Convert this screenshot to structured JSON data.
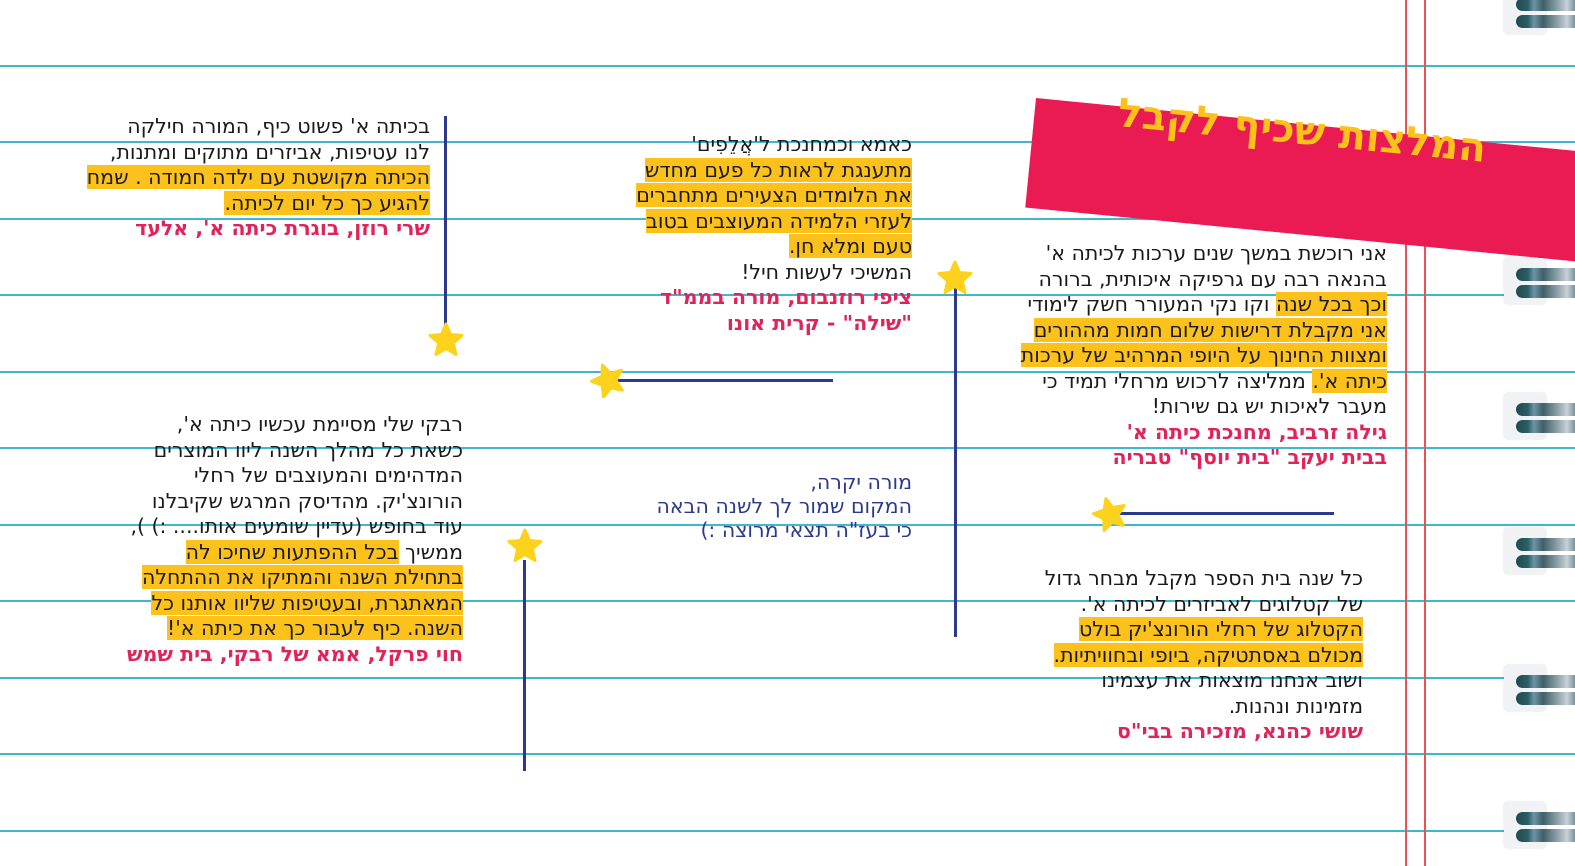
{
  "page": {
    "title": "המלצות שכיף לקבל",
    "colors": {
      "banner": "#ea1a53",
      "title": "#fcc11a",
      "highlight": "#fcc11a",
      "signature": "#e0245a",
      "blue_text": "#2b3a8c",
      "rule_lines": "#3fb8cf",
      "margin_lines": "#e8505b",
      "star": "#fcd21c"
    }
  },
  "testimonials": [
    {
      "id": "gila",
      "lines": [
        "אני רוכשת במשך שנים ערכות לכיתה א'",
        "בהנאה רבה עם גרפיקה איכותית, ברורה",
        "וקו נקי המעורר חשק לימודי",
        "וכך בכל שנה",
        "אני מקבלת דרישות שלום חמות מההורים",
        "ומצוות החינוך על היופי המרהיב של ערכות",
        "כיתה א'.",
        " ממליצה לרכוש מרחלי תמיד כי",
        "מעבר לאיכות יש גם שירות!"
      ],
      "signature": [
        "גילה זרביב, מחנכת כיתה א'",
        "בבית יעקב \"בית יוסף\" טבריה"
      ]
    },
    {
      "id": "tzipi",
      "lines": [
        "כאמא וכמחנכת ל'אֲלֵפִים'",
        "מתענגת לראות כל פעם מחדש",
        "את הלומדים הצעירים מתחברים",
        "לעזרי הלמידה המעוצבים בטוב",
        "טעם ומלא חן.",
        "המשיכי לעשות חיל!"
      ],
      "signature": [
        "ציפי רוזנבום, מורה בממ\"ד",
        "\"שילה\" - קרית אונו"
      ]
    },
    {
      "id": "shari",
      "lines": [
        "בכיתה א' פשוט כיף, המורה חילקה",
        "לנו  עטיפות, אביזרים מתוקים ומתנות,",
        "הכיתה מקושטת עם ילדה חמודה . שמח",
        "להגיע כך כל יום לכיתה."
      ],
      "signature": [
        "שרי רוזן, בוגרת כיתה א', אלעד"
      ]
    },
    {
      "id": "chavi",
      "lines": [
        "רבקי שלי מסיימת עכשיו כיתה א',",
        "כשאת כל מהלך השנה ליוו המוצרים",
        "המדהימים והמעוצבים של רחלי",
        "הורונצ'יק. מהדיסק המרגש שקיבלנו",
        "עוד בחופש (עדיין שומעים אותו.... :) ),",
        "ממשיך",
        "בכל ההפתעות שחיכו לה",
        "בתחילת השנה והמתיקו את ההתחלה",
        "המאתגרת, ובעטיפות שליוו אותנו כל",
        "השנה. כיף לעבור כך את כיתה א'!"
      ],
      "signature": [
        "חוי פרקל, אמא של רבקי, בית שמש"
      ]
    },
    {
      "id": "teacher-note",
      "lines": [
        "מורה יקרה,",
        "המקום שמור לך לשנה הבאה",
        "כי בעז\"ה תצאי מרוצה :)"
      ]
    },
    {
      "id": "shoshi",
      "lines": [
        "כל שנה בית הספר מקבל מבחר גדול",
        "של קטלוגים לאביזרים לכיתה א'.",
        "הקטלוג של רחלי הורונצ'יק בולט",
        "מכולם באסתטיקה, ביופי ובחוויתיות.",
        "ושוב אנחנו מוצאות את עצמינו",
        "מזמינות ונהנות."
      ],
      "signature": [
        "שושי כהנא, מזכירה בבי\"ס"
      ]
    }
  ],
  "decorations": {
    "icons": [
      "star-icon",
      "spiral-ring-icon"
    ]
  }
}
